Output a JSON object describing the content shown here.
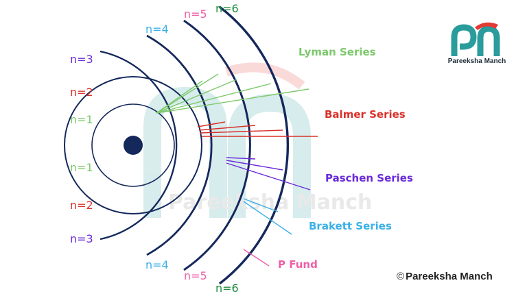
{
  "levels_upper": [
    {
      "label": "n=1",
      "color": "#7cc96b"
    },
    {
      "label": "n=2",
      "color": "#d9312b"
    },
    {
      "label": "n=3",
      "color": "#6a2bd9"
    },
    {
      "label": "n=4",
      "color": "#3ab0e8"
    },
    {
      "label": "n=5",
      "color": "#ef5fa7"
    },
    {
      "label": "n=6",
      "color": "#1e8b3c"
    }
  ],
  "levels_lower": [
    {
      "label": "n=1",
      "color": "#7cc96b"
    },
    {
      "label": "n=2",
      "color": "#d9312b"
    },
    {
      "label": "n=3",
      "color": "#6a2bd9"
    },
    {
      "label": "n=4",
      "color": "#3ab0e8"
    },
    {
      "label": "n=5",
      "color": "#ef5fa7"
    },
    {
      "label": "n=6",
      "color": "#1e8b3c"
    }
  ],
  "series": [
    {
      "name": "Lyman Series",
      "color": "#7cc96b"
    },
    {
      "name": "Balmer Series",
      "color": "#d9312b"
    },
    {
      "name": "Paschen Series",
      "color": "#6a2bd9"
    },
    {
      "name": "Brakett Series",
      "color": "#3ab0e8"
    },
    {
      "name": "P Fund",
      "color": "#ef5fa7"
    }
  ],
  "orbit_color": "#14285c",
  "nucleus_color": "#14285c",
  "copyright": {
    "symbol": "©",
    "text": "Pareeksha Manch"
  },
  "logo": {
    "text": "Pareeksha Manch",
    "mark_color": "#2a9c9c",
    "accent_color": "#e53935"
  },
  "watermark": {
    "text": "Pareeksha Manch"
  }
}
